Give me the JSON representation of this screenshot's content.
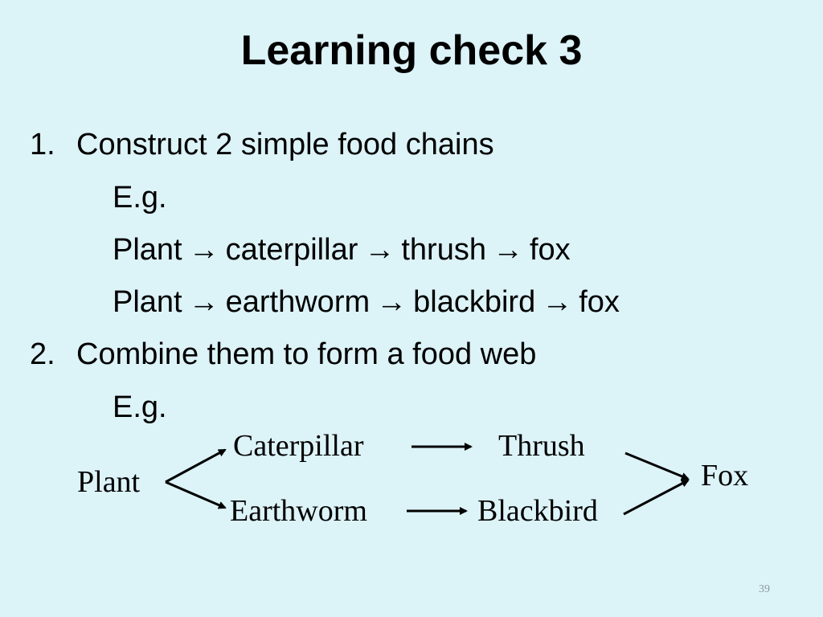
{
  "slide": {
    "title": "Learning check 3",
    "page_number": "39"
  },
  "items": [
    {
      "number": "1.",
      "text": "Construct 2 simple food chains",
      "example_label": "E.g.",
      "chains": [
        [
          "Plant",
          "caterpillar",
          "thrush",
          "fox"
        ],
        [
          "Plant",
          "earthworm",
          "blackbird",
          "fox"
        ]
      ]
    },
    {
      "number": "2.",
      "text": "Combine them to form a food web",
      "example_label": "E.g."
    }
  ],
  "food_web": {
    "nodes": {
      "plant": "Plant",
      "caterpillar": "Caterpillar",
      "thrush": "Thrush",
      "earthworm": "Earthworm",
      "blackbird": "Blackbird",
      "fox": "Fox"
    }
  },
  "arrow_glyph": "→",
  "colors": {
    "background": "#dcf3f8",
    "text": "#000000"
  }
}
